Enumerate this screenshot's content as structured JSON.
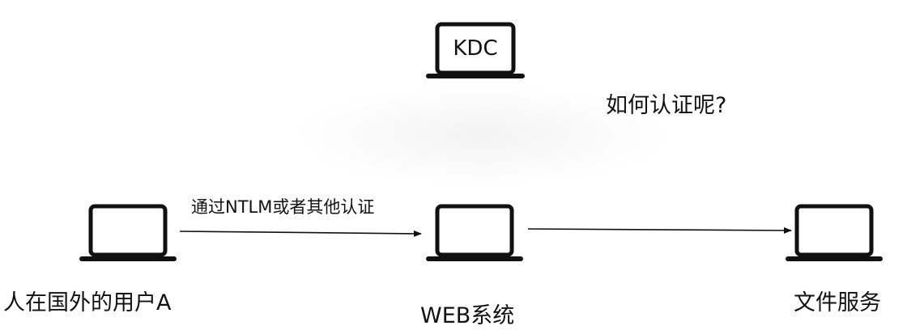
{
  "nodes": {
    "kdc": {
      "text": "KDC",
      "icon": "laptop-icon"
    },
    "user": {
      "label": "人在国外的用户A",
      "icon": "laptop-icon"
    },
    "web": {
      "label": "WEB系统",
      "icon": "laptop-icon"
    },
    "file": {
      "label": "文件服务",
      "icon": "laptop-icon"
    }
  },
  "edges": {
    "user_to_web": {
      "label": "通过NTLM或者其他认证"
    },
    "web_to_file": {
      "label": ""
    }
  },
  "question": "如何认证呢?",
  "colors": {
    "stroke": "#111111",
    "background": "#ffffff"
  }
}
